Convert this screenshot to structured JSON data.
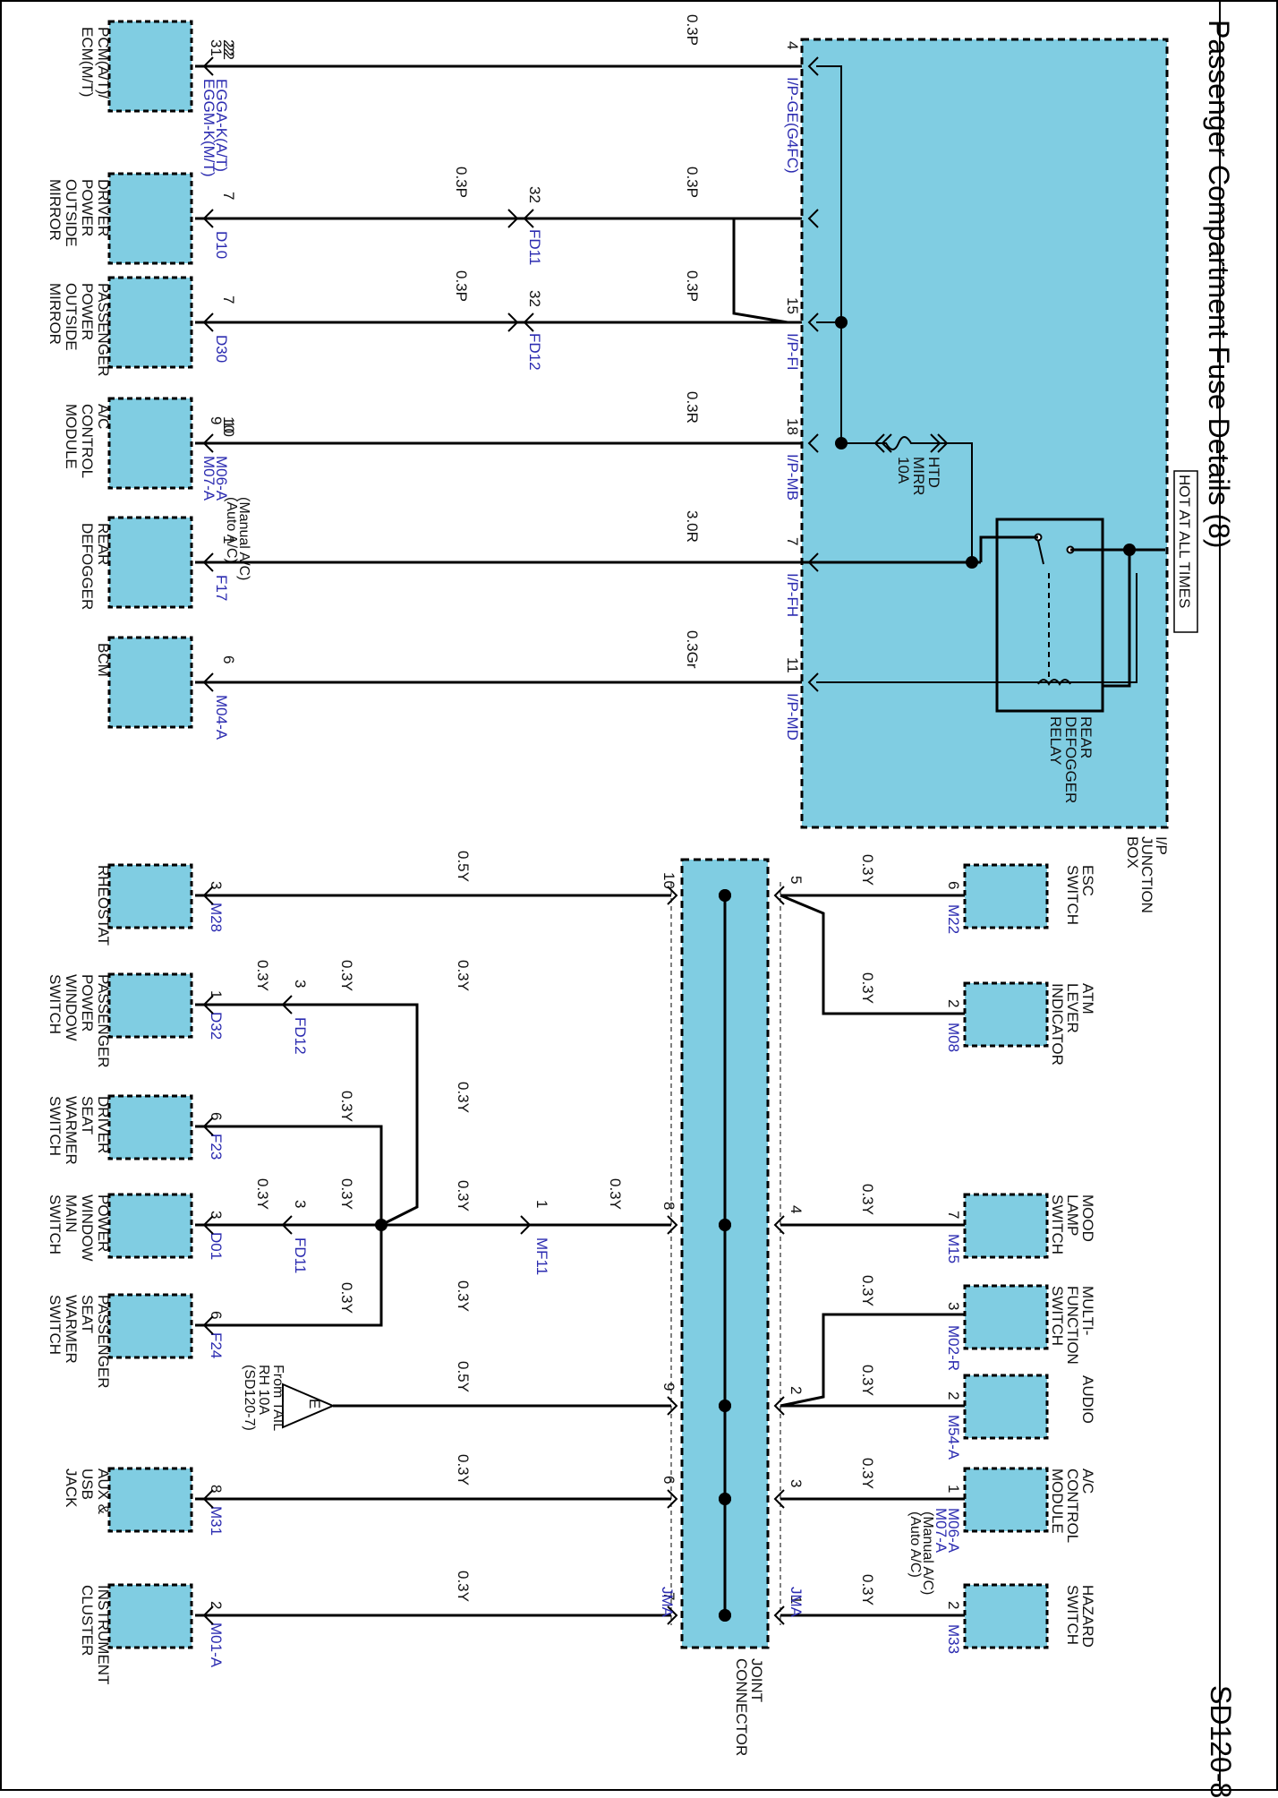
{
  "title": "Passenger Compartment Fuse Details (8)",
  "page_code": "SD120-8",
  "hot_label": "HOT AT ALL TIMES",
  "junction_box": {
    "label": [
      "I/P",
      "JUNCTION",
      "BOX"
    ]
  },
  "fuse": {
    "label": [
      "HTD",
      "MIRR",
      "10A"
    ]
  },
  "relay": {
    "label": [
      "REAR",
      "DEFOGGER",
      "RELAY"
    ]
  },
  "joint_connector": {
    "label": [
      "JOINT",
      "CONNECTOR"
    ],
    "code": "JMA"
  },
  "colors": {
    "module_fill": "#80cde2",
    "connector_link": "#2b2bb0",
    "wire": "#000000"
  },
  "top_circuits": [
    {
      "jb_pin": "4",
      "jb_connector": "I/P-GE(G4FC)",
      "wire": "0.3P",
      "component": [
        "PCM(A/T)/",
        "ECM(M/T)"
      ],
      "comp_pins": [
        "22",
        "31"
      ],
      "comp_connectors": [
        "EGGA-K(A/T)",
        "EGGM-K(M/T)"
      ]
    },
    {
      "jb_pin": "",
      "jb_connector": "",
      "wire": "0.3P",
      "wire2": "0.3P",
      "inline_pin": "32",
      "inline_connector": "FD11",
      "component": [
        "DRIVER",
        "POWER",
        "OUTSIDE",
        "MIRROR"
      ],
      "comp_pins": [
        "7"
      ],
      "comp_connectors": [
        "D10"
      ]
    },
    {
      "jb_pin": "15",
      "jb_connector": "I/P-FI",
      "wire": "0.3P",
      "wire2": "0.3P",
      "inline_pin": "32",
      "inline_connector": "FD12",
      "component": [
        "PASSENGER",
        "POWER",
        "OUTSIDE",
        "MIRROR"
      ],
      "comp_pins": [
        "7"
      ],
      "comp_connectors": [
        "D30"
      ]
    },
    {
      "jb_pin": "18",
      "jb_connector": "I/P-MB",
      "wire": "0.3R",
      "component": [
        "A/C",
        "CONTROL",
        "MODULE"
      ],
      "comp_pins": [
        "10",
        "9"
      ],
      "comp_connectors": [
        "M06-A",
        "M07-A"
      ],
      "comp_notes": [
        "(Manual A/C)",
        "(Auto A/C)"
      ]
    },
    {
      "jb_pin": "7",
      "jb_connector": "I/P-FH",
      "wire": "3.0R",
      "component": [
        "REAR",
        "DEFOGGER"
      ],
      "comp_pins": [
        "1"
      ],
      "comp_connectors": [
        "F17"
      ]
    },
    {
      "jb_pin": "11",
      "jb_connector": "I/P-MD",
      "wire": "0.3Gr",
      "component": [
        "BCM"
      ],
      "comp_pins": [
        "6"
      ],
      "comp_connectors": [
        "M04-A"
      ]
    }
  ],
  "right_circuits": [
    {
      "jc_pin": "5",
      "wire": "0.3Y",
      "component": [
        "ESC",
        "SWITCH"
      ],
      "comp_pin": "6",
      "comp_connector": "M22"
    },
    {
      "jc_pin": "",
      "wire": "0.3Y",
      "component": [
        "ATM",
        "LEVER",
        "INDICATOR"
      ],
      "comp_pin": "2",
      "comp_connector": "M08"
    },
    {
      "jc_pin": "4",
      "wire": "0.3Y",
      "component": [
        "MOOD",
        "LAMP",
        "SWITCH"
      ],
      "comp_pin": "7",
      "comp_connector": "M15"
    },
    {
      "jc_pin": "",
      "wire": "0.3Y",
      "component": [
        "MULTI-",
        "FUNCTION",
        "SWITCH"
      ],
      "comp_pin": "3",
      "comp_connector": "M02-R"
    },
    {
      "jc_pin": "2",
      "wire": "0.3Y",
      "component": [
        "AUDIO"
      ],
      "comp_pin": "2",
      "comp_connector": "M54-A"
    },
    {
      "jc_pin": "3",
      "wire": "0.3Y",
      "component": [
        "A/C",
        "CONTROL",
        "MODULE"
      ],
      "comp_pin": "1",
      "comp_connector": "M06-A",
      "comp_connector2": "M07-A",
      "notes": [
        "(Manual A/C)",
        "(Auto A/C)"
      ]
    },
    {
      "jc_pin": "1",
      "wire": "0.3Y",
      "component": [
        "HAZARD",
        "SWITCH"
      ],
      "comp_pin": "2",
      "comp_connector": "M33"
    }
  ],
  "left_circuits": [
    {
      "jc_pin": "10",
      "wire": "0.5Y",
      "component": [
        "RHEOSTAT"
      ],
      "comp_pin": "3",
      "comp_connector": "M28"
    },
    {
      "wire": "0.3Y",
      "wire2": "0.3Y",
      "inline_pin": "3",
      "inline_connector": "FD12",
      "component": [
        "PASSENGER",
        "POWER",
        "WINDOW",
        "SWITCH"
      ],
      "comp_pin": "1",
      "comp_connector": "D32"
    },
    {
      "wire": "0.3Y",
      "component": [
        "DRIVER",
        "SEAT",
        "WARMER",
        "SWITCH"
      ],
      "comp_pin": "6",
      "comp_connector": "F23"
    },
    {
      "jc_pin": "8",
      "wire": "0.3Y",
      "wire_mid": "0.3Y",
      "wire_left": "0.3Y",
      "wire_far": "0.3Y",
      "mf_pin": "1",
      "mf_connector": "MF11",
      "inline_pin": "3",
      "inline_connector": "FD11",
      "component": [
        "POWER",
        "WINDOW",
        "MAIN",
        "SWITCH"
      ],
      "comp_pin": "3",
      "comp_connector": "D01"
    },
    {
      "wire": "0.3Y",
      "component": [
        "PASSENGER",
        "SEAT",
        "WARMER",
        "SWITCH"
      ],
      "comp_pin": "6",
      "comp_connector": "F24"
    },
    {
      "jc_pin": "9",
      "wire": "0.5Y",
      "source_letter": "E",
      "source_note": [
        "From TAIL",
        "RH 10A",
        "(SD120-7)"
      ]
    },
    {
      "jc_pin": "6",
      "wire": "0.3Y",
      "component": [
        "AUX &",
        "USB",
        "JACK"
      ],
      "comp_pin": "8",
      "comp_connector": "M31"
    },
    {
      "jc_pin": "7",
      "wire": "0.3Y",
      "component": [
        "INSTRUMENT",
        "CLUSTER"
      ],
      "comp_pin": "2",
      "comp_connector": "M01-A"
    }
  ]
}
